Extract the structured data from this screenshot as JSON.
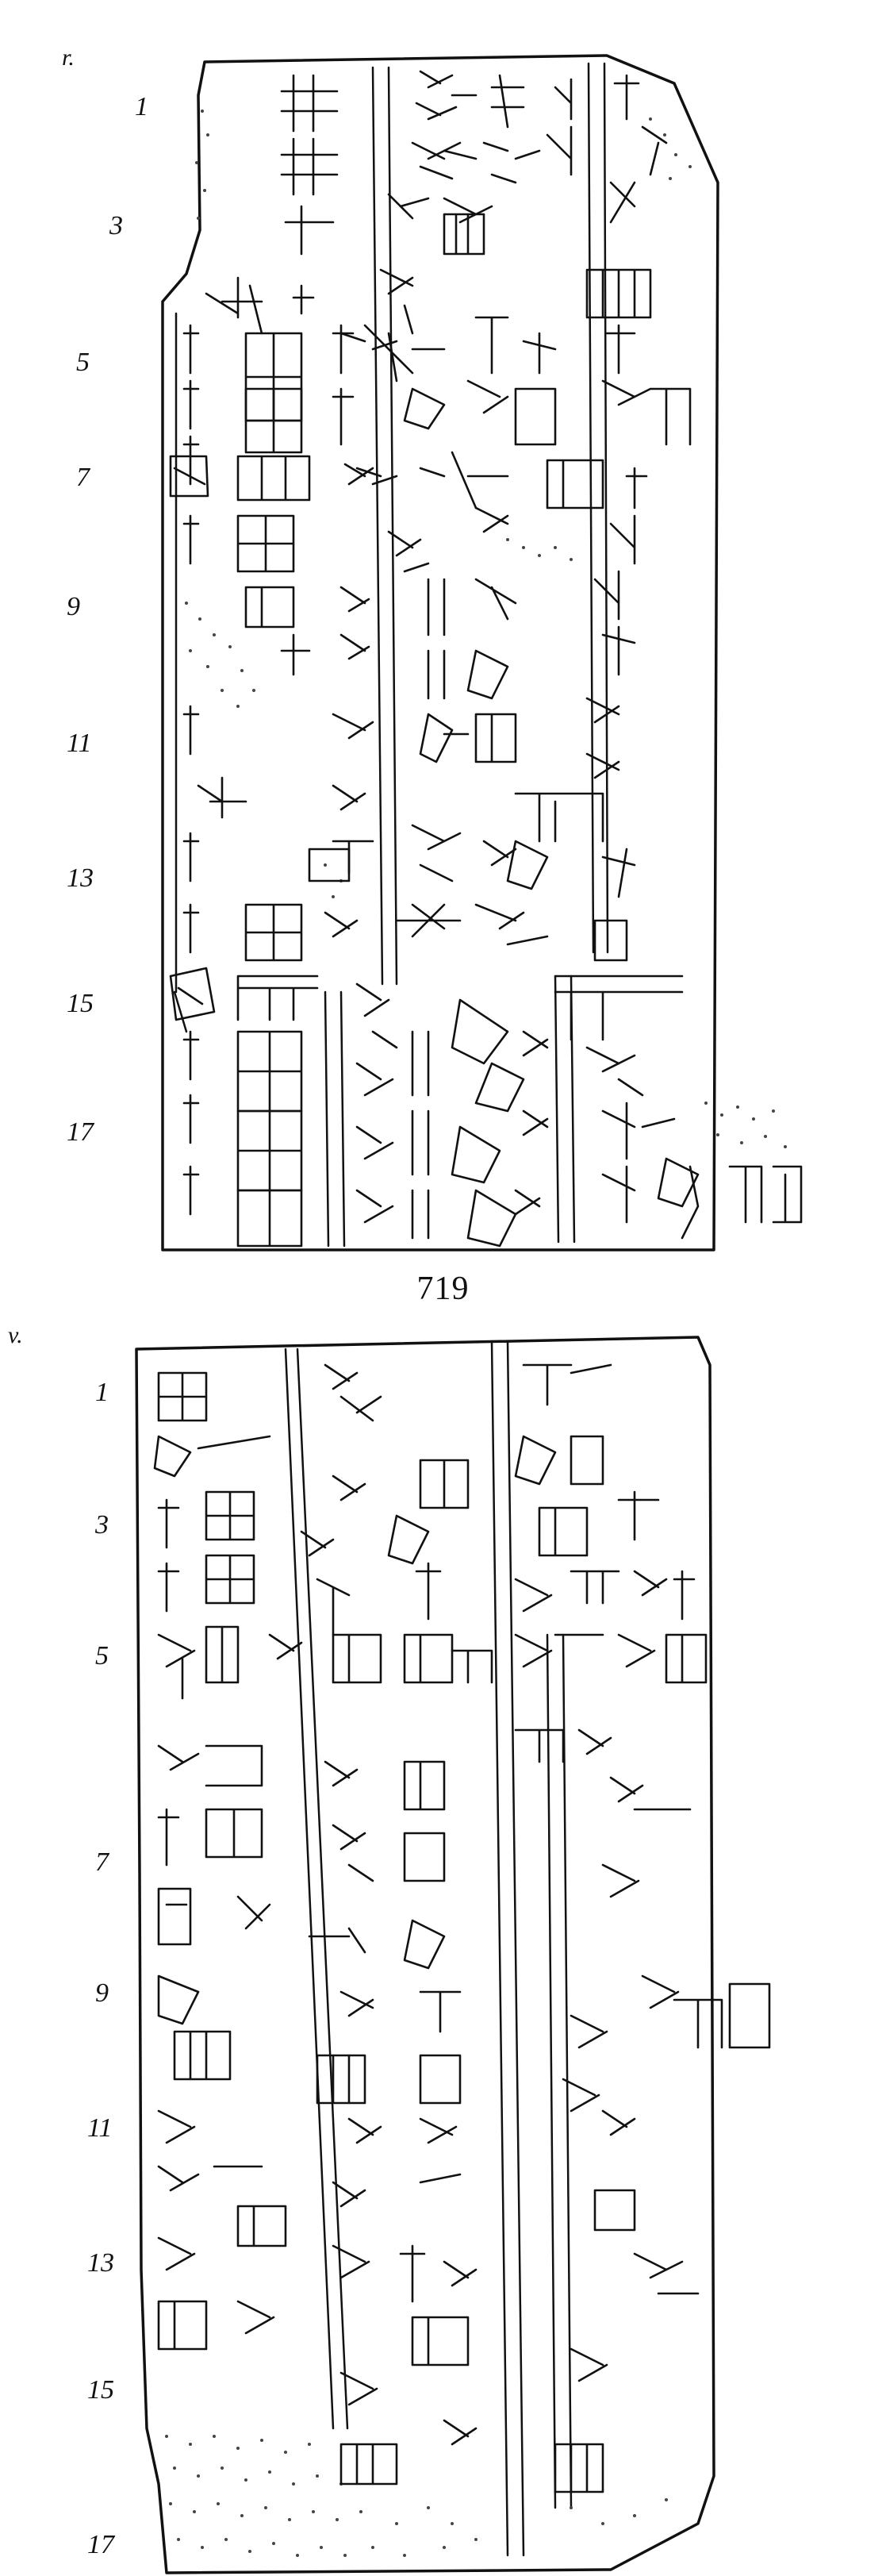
{
  "catalog_number": "719",
  "obverse": {
    "side_label": "r.",
    "line_numbers": [
      "1",
      "3",
      "5",
      "7",
      "9",
      "11",
      "13",
      "15",
      "17"
    ]
  },
  "reverse": {
    "side_label": "v.",
    "line_numbers": [
      "1",
      "3",
      "5",
      "7",
      "9",
      "11",
      "13",
      "15",
      "17"
    ]
  },
  "colors": {
    "ink": "#111111",
    "paper": "#ffffff"
  }
}
